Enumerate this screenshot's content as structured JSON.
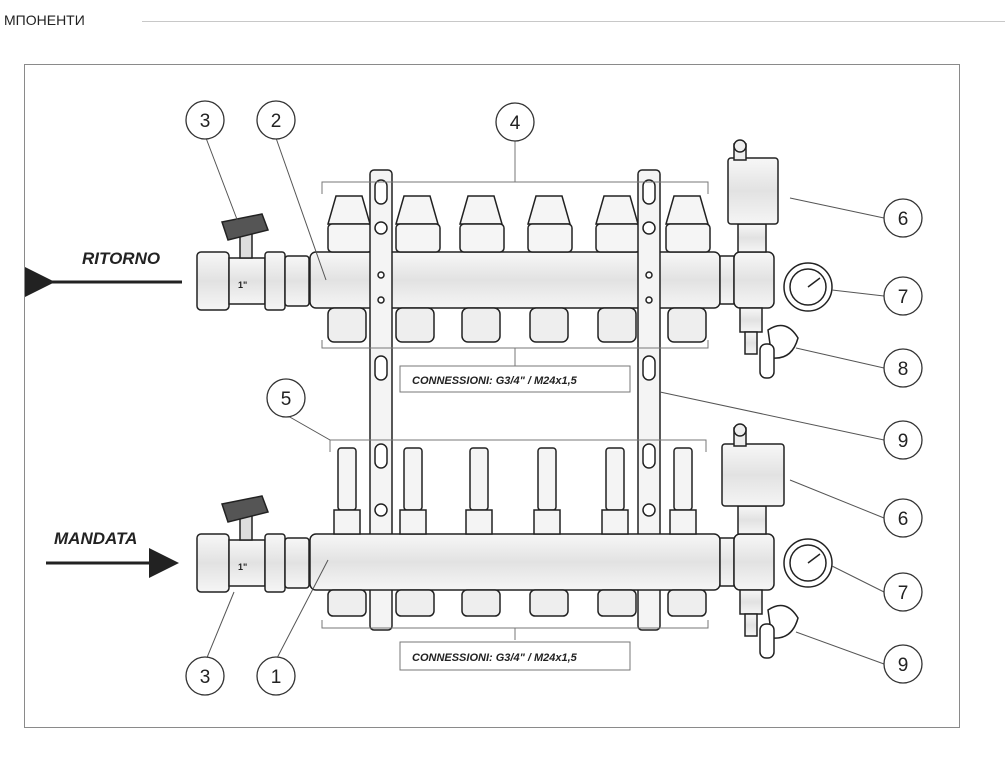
{
  "section": {
    "title": "МПОНЕНТИ"
  },
  "diagram": {
    "labels": {
      "ritorno": "RITORNO",
      "mandata": "MANDATA",
      "connection_top": "CONNESSIONI: G3/4\" / M24x1,5",
      "connection_bottom": "CONNESSIONI: G3/4\" / M24x1,5",
      "ball_valve_marking": "1\""
    },
    "callouts": {
      "c3_top": "3",
      "c2": "2",
      "c4": "4",
      "c6_top": "6",
      "c7_top": "7",
      "c8": "8",
      "c9_mid": "9",
      "c5": "5",
      "c6_bottom": "6",
      "c7_bottom": "7",
      "c9_bottom": "9",
      "c3_bottom": "3",
      "c1": "1"
    },
    "colors": {
      "line": "#222222",
      "metal": "#eeeeee",
      "metal_dark": "#cfcfcf",
      "frame": "#8a8a8a"
    }
  }
}
